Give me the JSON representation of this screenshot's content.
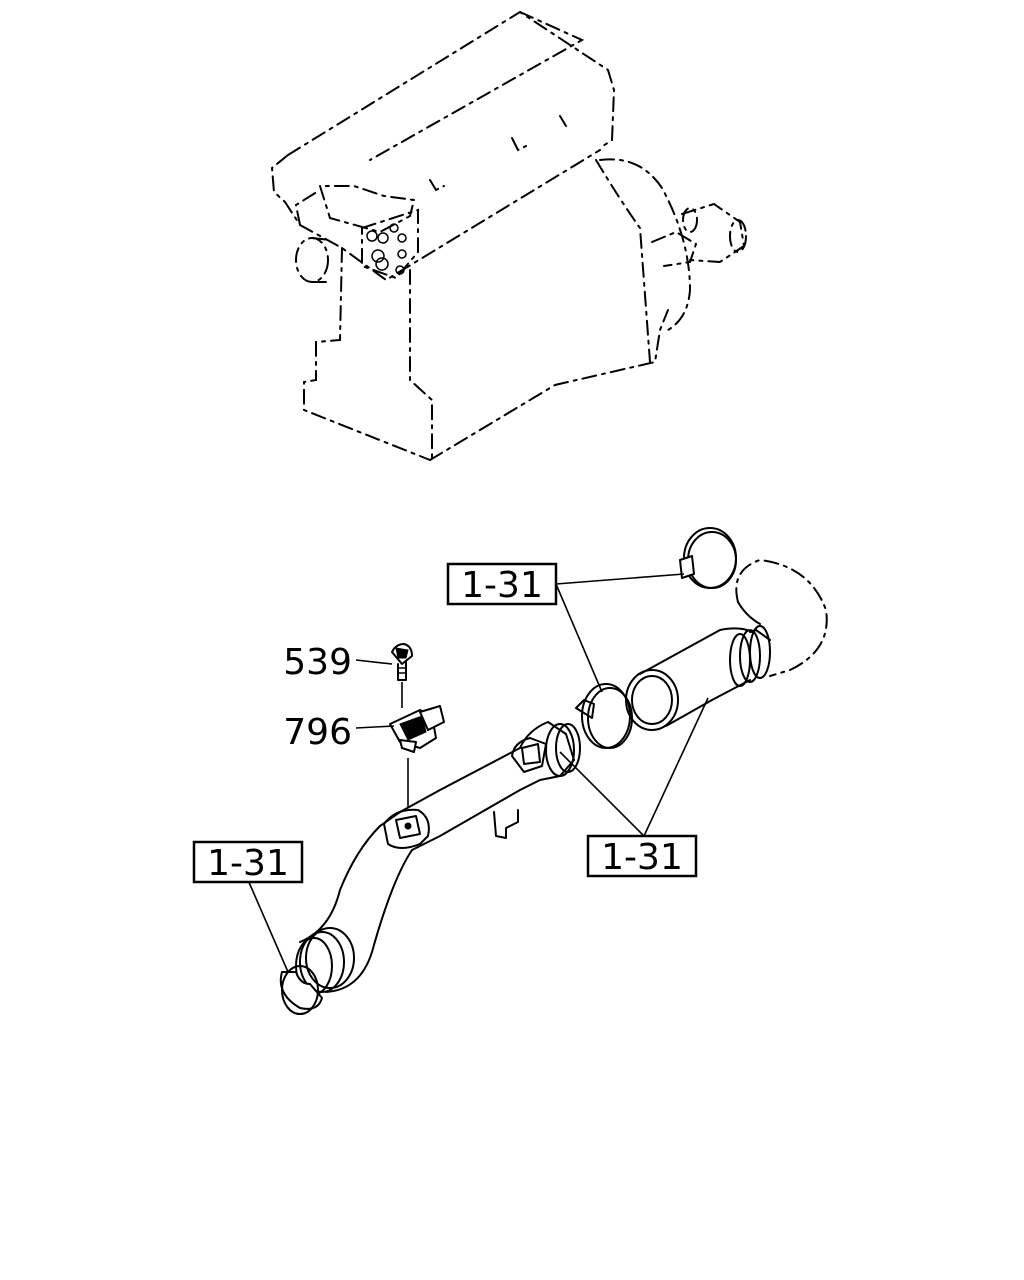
{
  "diagram": {
    "part_labels": [
      {
        "id": "screw",
        "text": "539"
      },
      {
        "id": "sensor",
        "text": "796"
      }
    ],
    "reference_labels": [
      {
        "id": "top-right",
        "text": "1-31"
      },
      {
        "id": "left",
        "text": "1-31"
      },
      {
        "id": "bottom-right",
        "text": "1-31"
      }
    ]
  }
}
